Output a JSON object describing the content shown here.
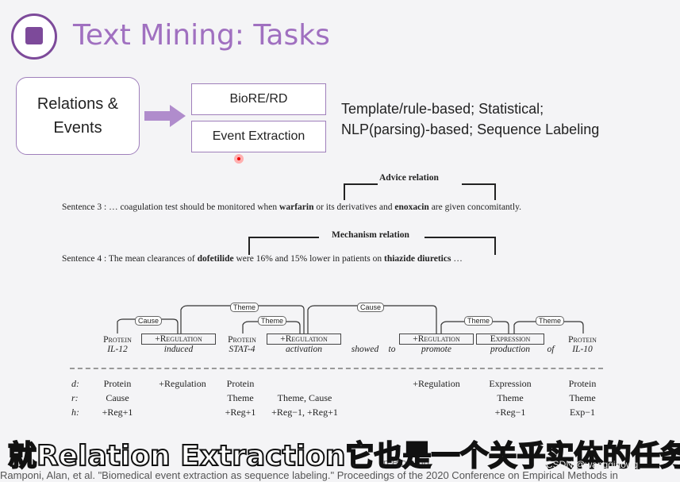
{
  "slide": {
    "title": "Text Mining: Tasks",
    "left_box": [
      "Relations &",
      "Events"
    ],
    "task_boxes": [
      "BioRE/RD",
      "Event Extraction"
    ],
    "methods_line1": "Template/rule-based; Statistical;",
    "methods_line2": "NLP(parsing)-based; Sequence Labeling",
    "accent_color": "#a070c0"
  },
  "sentence3": {
    "relation": "Advice relation",
    "prefix": "Sentence 3 : … coagulation test should be monitored when ",
    "e1": "warfarin",
    "mid": " or its derivatives and ",
    "e2": "enoxacin",
    "suffix": " are given concomitantly."
  },
  "sentence4": {
    "relation": "Mechanism relation",
    "prefix": "Sentence 4 : The mean clearances of ",
    "e1": "dofetilide",
    "mid": " were 16% and 15% lower in patients on ",
    "e2": "thiazide diuretics",
    "suffix": " …"
  },
  "event_graph": {
    "tokens": [
      {
        "type": "Protein",
        "word": "IL-12"
      },
      {
        "type": "+Regulation",
        "word": "induced"
      },
      {
        "type": "Protein",
        "word": "STAT-4"
      },
      {
        "type": "+Regulation",
        "word": "activation"
      },
      {
        "type": "",
        "word": "showed"
      },
      {
        "type": "",
        "word": "to"
      },
      {
        "type": "+Regulation",
        "word": "promote"
      },
      {
        "type": "Expression",
        "word": "production"
      },
      {
        "type": "",
        "word": "of"
      },
      {
        "type": "Protein",
        "word": "IL-10"
      }
    ],
    "edge_labels": [
      "Cause",
      "Theme",
      "Theme",
      "Cause",
      "Theme",
      "Theme"
    ],
    "rows": {
      "keys": [
        "d:",
        "r:",
        "h:"
      ],
      "d": [
        "Protein",
        "+Regulation",
        "Protein",
        "",
        "+Regulation",
        "Expression",
        "Protein"
      ],
      "r": [
        "Cause",
        "",
        "Theme",
        "Theme, Cause",
        "",
        "Theme",
        "Theme"
      ],
      "h": [
        "+Reg+1",
        "",
        "+Reg+1",
        "+Reg−1, +Reg+1",
        "",
        "+Reg−1",
        "Exp−1"
      ]
    }
  },
  "subtitle": "就Relation Extraction它也是一个关乎实体的任务",
  "reference_partial": "in BioinforI",
  "reference": "Ramponi, Alan, et al. \"Biomedical event extraction as sequence labeling.\" Proceedings of the 2020 Conference on Empirical Methods in",
  "watermark": "CSDN @wangqiaowq"
}
